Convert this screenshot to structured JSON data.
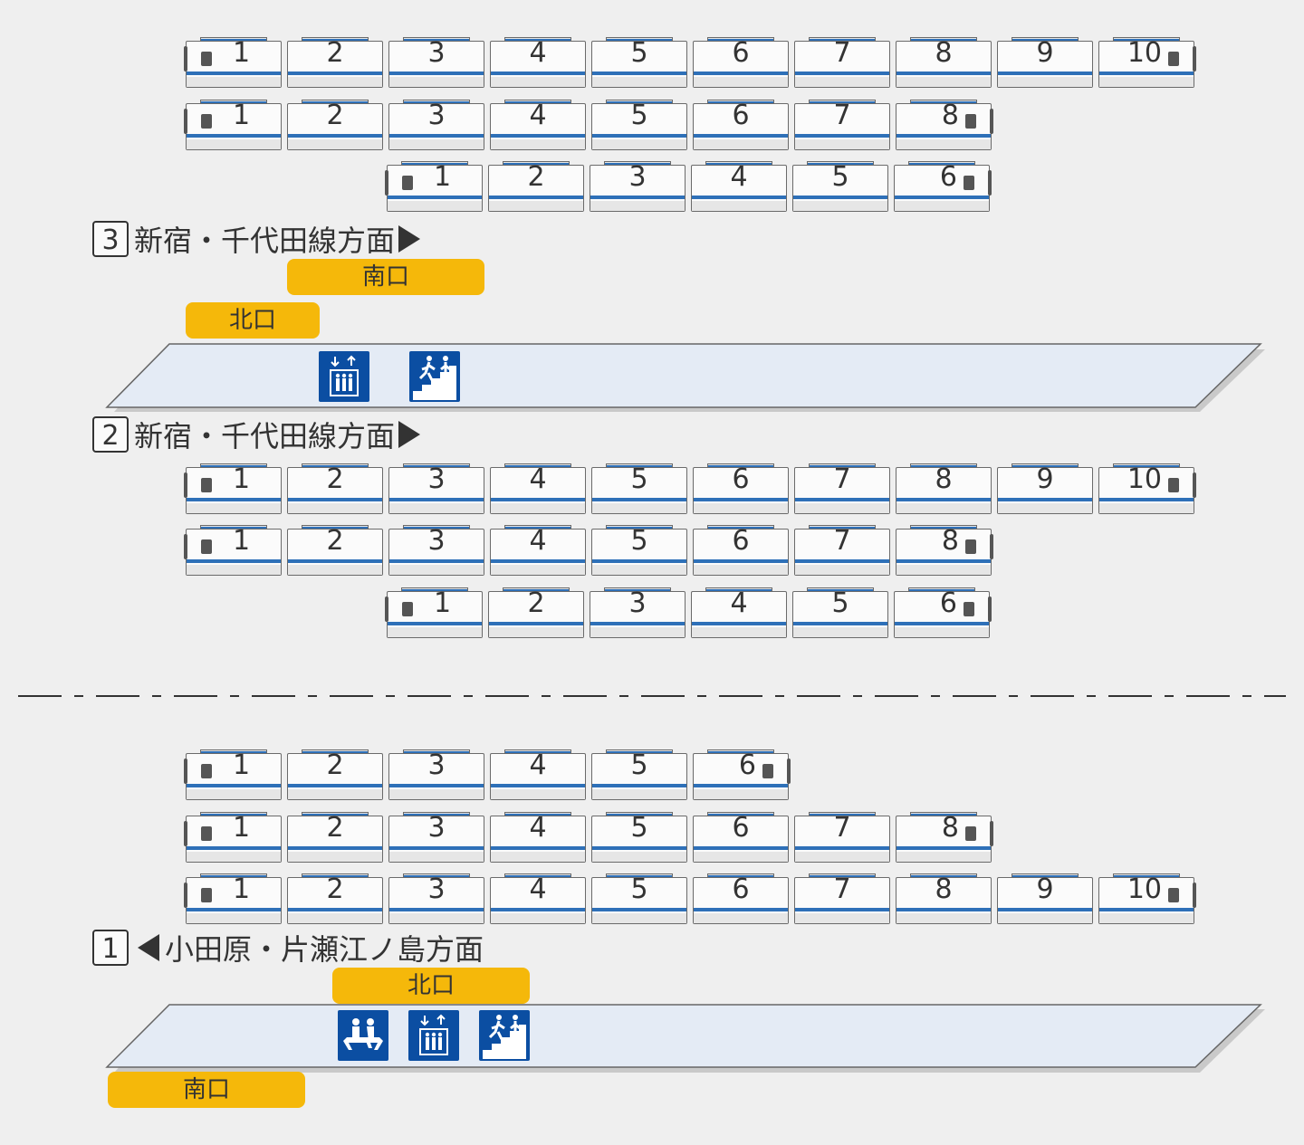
{
  "upper_platform": {
    "track3": {
      "number": "3",
      "label": "新宿・千代田線方面"
    },
    "track2": {
      "number": "2",
      "label": "新宿・千代田線方面"
    },
    "exit_south": "南口",
    "exit_north": "北口",
    "facilities": [
      "elevator-icon",
      "stairs-icon"
    ]
  },
  "lower_platform": {
    "track1": {
      "number": "1",
      "label": "小田原・片瀬江ノ島方面"
    },
    "exit_north": "北口",
    "exit_south": "南口",
    "facilities": [
      "seating-icon",
      "elevator-icon",
      "stairs-icon"
    ]
  },
  "trains": {
    "track3_10": [
      "1",
      "2",
      "3",
      "4",
      "5",
      "6",
      "7",
      "8",
      "9",
      "10"
    ],
    "track3_8": [
      "1",
      "2",
      "3",
      "4",
      "5",
      "6",
      "7",
      "8"
    ],
    "track3_6": [
      "1",
      "2",
      "3",
      "4",
      "5",
      "6"
    ],
    "track2_10": [
      "1",
      "2",
      "3",
      "4",
      "5",
      "6",
      "7",
      "8",
      "9",
      "10"
    ],
    "track2_8": [
      "1",
      "2",
      "3",
      "4",
      "5",
      "6",
      "7",
      "8"
    ],
    "track2_6": [
      "1",
      "2",
      "3",
      "4",
      "5",
      "6"
    ],
    "track1_6": [
      "1",
      "2",
      "3",
      "4",
      "5",
      "6"
    ],
    "track1_8": [
      "1",
      "2",
      "3",
      "4",
      "5",
      "6",
      "7",
      "8"
    ],
    "track1_10": [
      "1",
      "2",
      "3",
      "4",
      "5",
      "6",
      "7",
      "8",
      "9",
      "10"
    ]
  },
  "colors": {
    "stripe": "#2e70b8",
    "exit": "#f5b80a",
    "icon": "#0b4ea2",
    "platform": "#e4ebf5"
  }
}
